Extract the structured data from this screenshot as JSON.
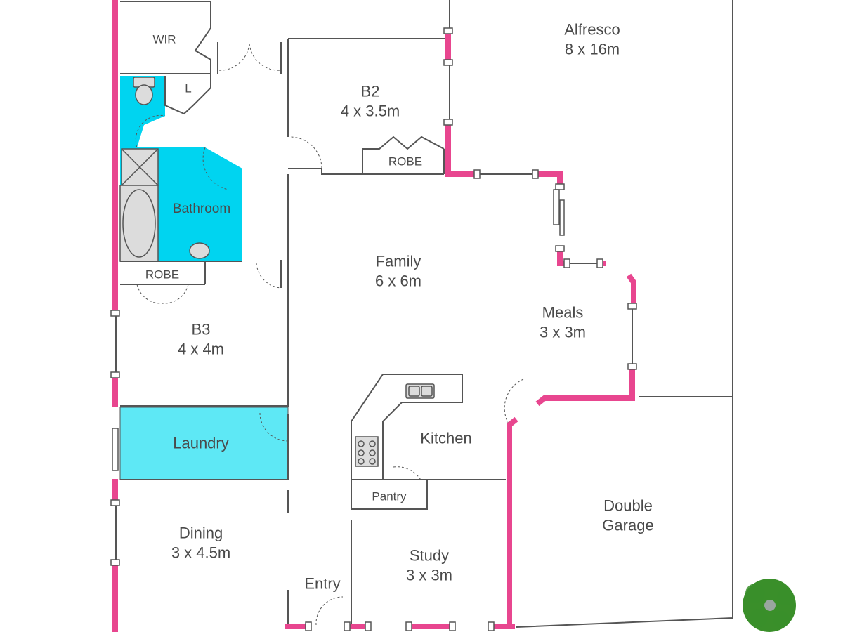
{
  "floor_plan": {
    "colors": {
      "external_wall": "#e8468f",
      "internal_wall": "#555555",
      "wet_area": "#00d4f0",
      "laundry": "#5ee8f5",
      "fixture": "#dcdcdc",
      "tree": "#3a8f2a",
      "text": "#4a4a4a"
    },
    "rooms": [
      {
        "id": "alfresco",
        "name": "Alfresco",
        "size": "8 x 16m"
      },
      {
        "id": "b2",
        "name": "B2",
        "size": "4 x 3.5m"
      },
      {
        "id": "wir",
        "name": "WIR",
        "size": ""
      },
      {
        "id": "linen",
        "name": "L",
        "size": ""
      },
      {
        "id": "robe-b2",
        "name": "ROBE",
        "size": ""
      },
      {
        "id": "bathroom",
        "name": "Bathroom",
        "size": ""
      },
      {
        "id": "robe-b3",
        "name": "ROBE",
        "size": ""
      },
      {
        "id": "family",
        "name": "Family",
        "size": "6 x 6m"
      },
      {
        "id": "meals",
        "name": "Meals",
        "size": "3 x 3m"
      },
      {
        "id": "b3",
        "name": "B3",
        "size": "4 x 4m"
      },
      {
        "id": "kitchen",
        "name": "Kitchen",
        "size": ""
      },
      {
        "id": "laundry",
        "name": "Laundry",
        "size": ""
      },
      {
        "id": "pantry",
        "name": "Pantry",
        "size": ""
      },
      {
        "id": "double-garage",
        "name": "Double",
        "size": "Garage"
      },
      {
        "id": "dining",
        "name": "Dining",
        "size": "3 x 4.5m"
      },
      {
        "id": "study",
        "name": "Study",
        "size": "3 x 3m"
      },
      {
        "id": "entry",
        "name": "Entry",
        "size": ""
      }
    ],
    "icons": [
      "toilet-icon",
      "shower-icon",
      "bathtub-icon",
      "basin-icon",
      "sink-icon",
      "cooktop-icon",
      "tree-icon"
    ]
  }
}
